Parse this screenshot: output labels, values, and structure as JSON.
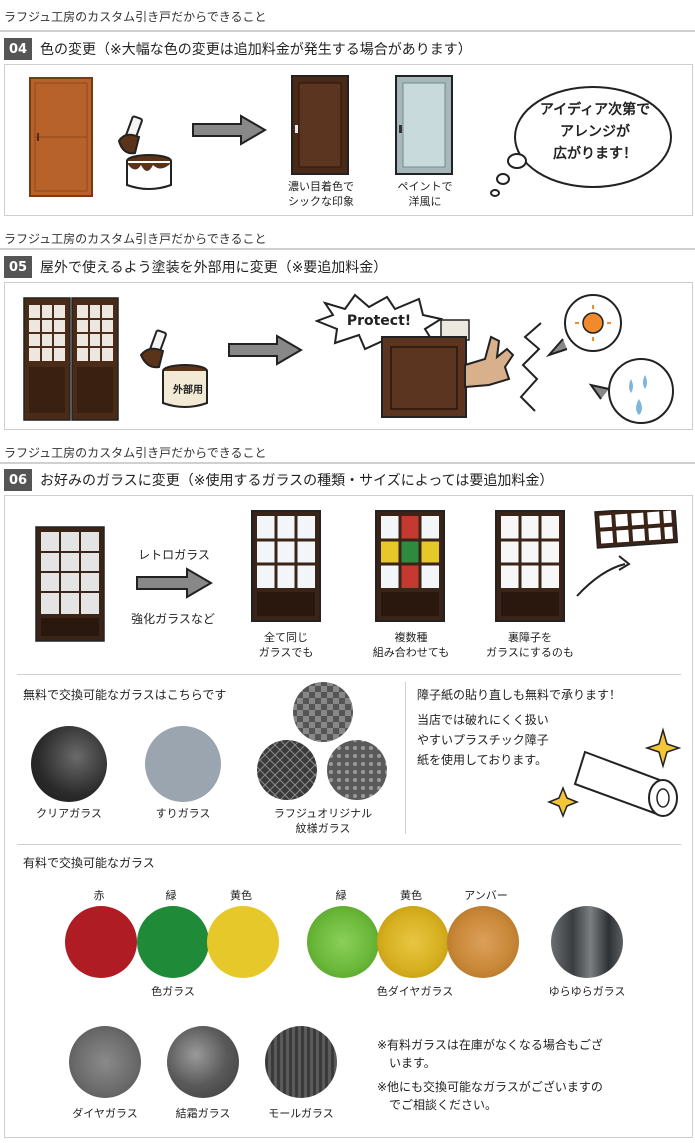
{
  "kicker": "ラフジュ工房のカスタム引き戸だからできること",
  "sections": [
    {
      "num": "04",
      "title": "色の変更（※大幅な色の変更は追加料金が発生する場合があります）",
      "captions": [
        "濃い目着色で\nシックな印象",
        "ペイントで\n洋風に"
      ],
      "bubble": "アイディア次第で\nアレンジが\n広がります！"
    },
    {
      "num": "05",
      "title": "屋外で使えるよう塗装を外部用に変更（※要追加料金）",
      "can_label": "外部用",
      "protect": "Protect!"
    },
    {
      "num": "06",
      "title": "お好みのガラスに変更（※使用するガラスの種類・サイズによっては要追加料金）",
      "arrow_top": "レトロガラス",
      "arrow_bottom": "強化ガラスなど",
      "captions": [
        "全て同じ\nガラスでも",
        "複数種\n組み合わせても",
        "裏障子を\nガラスにするのも"
      ],
      "free": {
        "title": "無料で交換可能なガラスはこちらです",
        "items": [
          "クリアガラス",
          "すりガラス",
          "ラフジュオリジナル\n紋様ガラス"
        ]
      },
      "shoji": {
        "title": "障子紙の貼り直しも無料で承ります！",
        "body": "当店では破れにくく扱い\nやすいプラスチック障子\n紙を使用しております。"
      },
      "paid": {
        "title": "有料で交換可能なガラス",
        "color_glass": {
          "labels": [
            "赤",
            "緑",
            "黄色"
          ],
          "name": "色ガラス",
          "colors": [
            "#b01c24",
            "#1f8a38",
            "#e6c82a"
          ]
        },
        "color_diamond": {
          "labels": [
            "緑",
            "黄色",
            "アンバー"
          ],
          "name": "色ダイヤガラス",
          "colors": [
            "#6bb83a",
            "#d6b020",
            "#c98838"
          ]
        },
        "yurayura": "ゆらゆらガラス",
        "row2": [
          "ダイヤガラス",
          "結霜ガラス",
          "モールガラス"
        ],
        "notes": [
          "※有料ガラスは在庫がなくなる場合もござ\n　います。",
          "※他にも交換可能なガラスがございますの\n　でご相談ください。"
        ]
      }
    }
  ]
}
